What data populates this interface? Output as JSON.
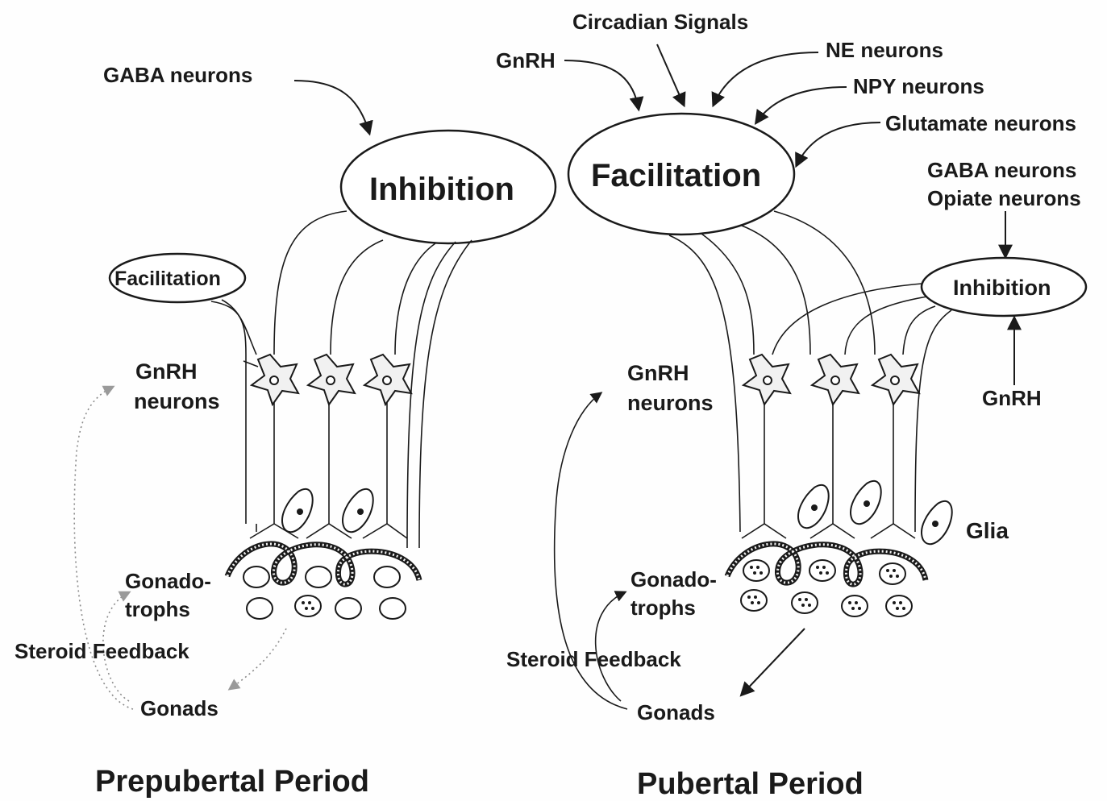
{
  "left_panel": {
    "title": "Prepubertal Period",
    "gaba": "GABA neurons",
    "inhibition": "Inhibition",
    "facilitation": "Facilitation",
    "gnrh_neurons_1": "GnRH",
    "gnrh_neurons_2": "neurons",
    "gonado_1": "Gonado-",
    "gonado_2": "trophs",
    "steroid": "Steroid Feedback",
    "gonads": "Gonads"
  },
  "right_panel": {
    "title": "Pubertal Period",
    "circadian": "Circadian Signals",
    "gnrh_top": "GnRH",
    "ne": "NE neurons",
    "npy": "NPY neurons",
    "glutamate": "Glutamate neurons",
    "facilitation": "Facilitation",
    "gaba": "GABA neurons",
    "opiate": "Opiate neurons",
    "inhibition": "Inhibition",
    "gnrh_bottom": "GnRH",
    "gnrh_neurons_1": "GnRH",
    "gnrh_neurons_2": "neurons",
    "glia": "Glia",
    "gonado_1": "Gonado-",
    "gonado_2": "trophs",
    "steroid": "Steroid Feedback",
    "gonads": "Gonads"
  }
}
